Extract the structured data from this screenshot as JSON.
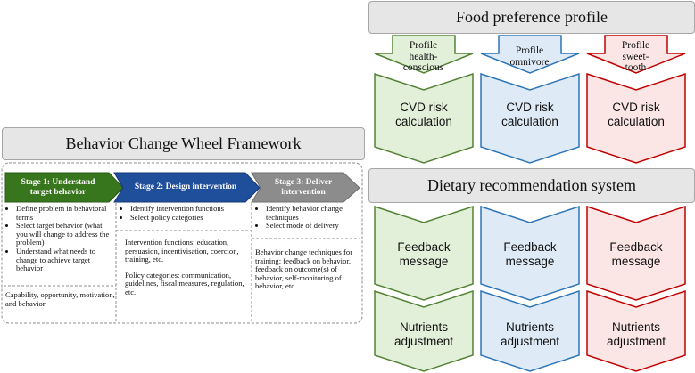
{
  "food_profile": {
    "title": "Food preference profile",
    "columns": [
      {
        "profile_label": "Profile\nhealth-\nconscious",
        "risk_label": "CVD risk\ncalculation",
        "feedback_label": "Feedback\nmessage",
        "nutrients_label": "Nutrients\nadjustment",
        "stroke": "#548235",
        "fill": "#e2efd9"
      },
      {
        "profile_label": "Profile\nomnivore",
        "risk_label": "CVD risk\ncalculation",
        "feedback_label": "Feedback\nmessage",
        "nutrients_label": "Nutrients\nadjustment",
        "stroke": "#2e75b6",
        "fill": "#deebf7"
      },
      {
        "profile_label": "Profile\nsweet-\ntooth",
        "risk_label": "CVD risk\ncalculation",
        "feedback_label": "Feedback\nmessage",
        "nutrients_label": "Nutrients\nadjustment",
        "stroke": "#c00000",
        "fill": "#fbe5e5"
      }
    ]
  },
  "recommendation_system": {
    "title": "Dietary recommendation system"
  },
  "bcw": {
    "title": "Behavior Change Wheel Framework",
    "stages": [
      {
        "label": "Stage 1: Understand\ntarget behavior",
        "color": "#38761d",
        "bullets": [
          "Define problem in behavioral terms",
          "Select target behavior (what you will change to address the problem)",
          "Understand what needs to change to achieve target behavior"
        ],
        "notes": [
          "Capability, opportunity, motivation, and behavior"
        ]
      },
      {
        "label": "Stage 2: Design intervention",
        "color": "#1f4e9a",
        "bullets": [
          "Identify intervention functions",
          "Select policy categories"
        ],
        "notes": [
          "Intervention functions: education, persuasion, incentivisation, coercion, training, etc.",
          "Policy categories: communication, guidelines, fiscal measures, regulation, etc."
        ]
      },
      {
        "label": "Stage 3: Deliver\nintervention",
        "color": "#8c8c8c",
        "bullets": [
          "Identify behavior change techniques",
          "Select mode of delivery"
        ],
        "notes": [
          "Behavior change techniques for training: feedback on behavior, feedback on outcome(s) of behavior, self-monitoring of behavior, etc."
        ]
      }
    ]
  }
}
